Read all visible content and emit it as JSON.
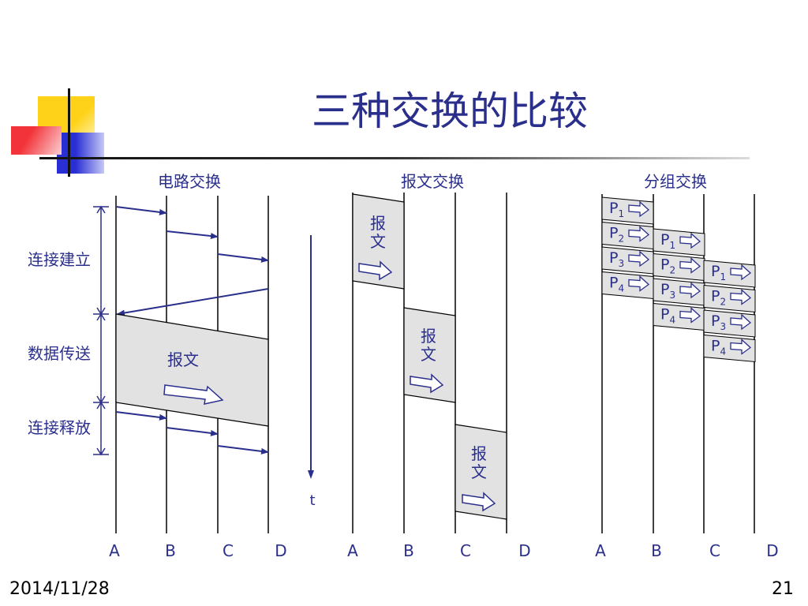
{
  "slide": {
    "title": "三种交换的比较",
    "date": "2014/11/28",
    "page_number": "21"
  },
  "colors": {
    "accent": "#2b2f8c",
    "box_fill": "#e2e2e2",
    "deco_yellow": "#ffd21a",
    "deco_blue": "#2a2fd4",
    "deco_red": "#f2343a"
  },
  "diagram": {
    "circuit": {
      "heading": "电路交换",
      "phases": [
        "连接建立",
        "数据传送",
        "连接释放"
      ],
      "message_label": "报文",
      "time_label": "t",
      "nodes": [
        "A",
        "B",
        "C",
        "D"
      ]
    },
    "message": {
      "heading": "报文交换",
      "message_label_line1": "报",
      "message_label_line2": "文",
      "nodes": [
        "A",
        "B",
        "C",
        "D"
      ]
    },
    "packet": {
      "heading": "分组交换",
      "packet_letter": "P",
      "packet_numbers": [
        "1",
        "2",
        "3",
        "4"
      ],
      "nodes": [
        "A",
        "B",
        "C",
        "D"
      ]
    }
  }
}
